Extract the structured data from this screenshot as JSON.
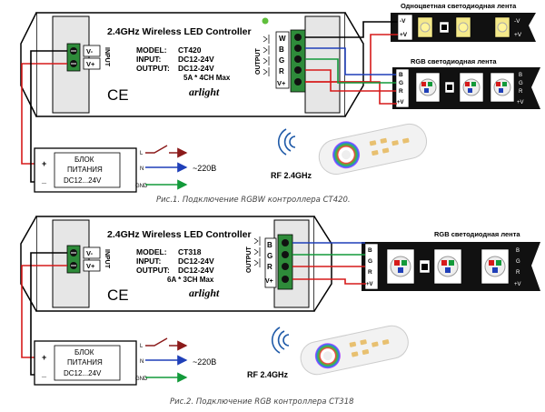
{
  "fig1": {
    "title": "2.4GHz Wireless LED Controller",
    "model_label": "MODEL:",
    "model_value": "CT420",
    "input_label": "INPUT:",
    "input_value": "DC12-24V",
    "output_label": "OUTPUT:",
    "output_value": "DC12-24V",
    "rating": "5A * 4CH Max",
    "ce": "CE",
    "logo": "arlight",
    "input_side_label": "INPUT",
    "input_terms": [
      "V-",
      "V+"
    ],
    "output_side_label": "OUTPUT",
    "output_terms": [
      "W",
      "B",
      "G",
      "R",
      "V+"
    ],
    "strip_mono_title": "Одноцветная светодиодная лента",
    "strip_mono_terms": [
      "-V",
      "+V"
    ],
    "strip_rgb_title": "RGB светодиодная лента",
    "strip_rgb_terms": [
      "B",
      "G",
      "R",
      "+V"
    ],
    "psu_line1": "БЛОК",
    "psu_line2": "ПИТАНИЯ",
    "psu_line3": "DC12...24V",
    "psu_plus": "+",
    "psu_minus": "_",
    "psu_terms": [
      "L",
      "N",
      "GND"
    ],
    "mains": "~220В",
    "rf": "RF 2.4GHz",
    "caption": "Рис.1. Подключение RGBW контроллера CT420."
  },
  "fig2": {
    "title": "2.4GHz Wireless LED Controller",
    "model_label": "MODEL:",
    "model_value": "CT318",
    "input_label": "INPUT:",
    "input_value": "DC12-24V",
    "output_label": "OUTPUT:",
    "output_value": "DC12-24V",
    "rating": "6A * 3CH Max",
    "ce": "CE",
    "logo": "arlight",
    "input_side_label": "INPUT",
    "input_terms": [
      "V-",
      "V+"
    ],
    "output_side_label": "OUTPUT",
    "output_terms": [
      "B",
      "G",
      "R",
      "V+"
    ],
    "strip_rgb_title": "RGB светодиодная лента",
    "strip_rgb_terms": [
      "B",
      "G",
      "R",
      "+V"
    ],
    "psu_line1": "БЛОК",
    "psu_line2": "ПИТАНИЯ",
    "psu_line3": "DC12...24V",
    "psu_plus": "+",
    "psu_minus": "_",
    "psu_terms": [
      "L",
      "N",
      "GND"
    ],
    "mains": "~220В",
    "rf": "RF 2.4GHz",
    "caption": "Рис.2. Подключение RGB контроллера CT318"
  },
  "colors": {
    "wire_red": "#d61a1a",
    "wire_blue": "#1f3fb8",
    "wire_green": "#129a3a",
    "wire_black": "#000000",
    "wire_white": "#555555",
    "wire_mains_l": "#8b1a1a",
    "terminal_green": "#2e8b3a",
    "led_yellow": "#f4e98a",
    "strip_black": "#111111"
  },
  "icons": [
    "rf-signal-icon",
    "remote-control-icon",
    "ce-mark-icon",
    "terminal-screw-icon",
    "led-chip-icon",
    "switch-icon",
    "arrow-icon"
  ]
}
